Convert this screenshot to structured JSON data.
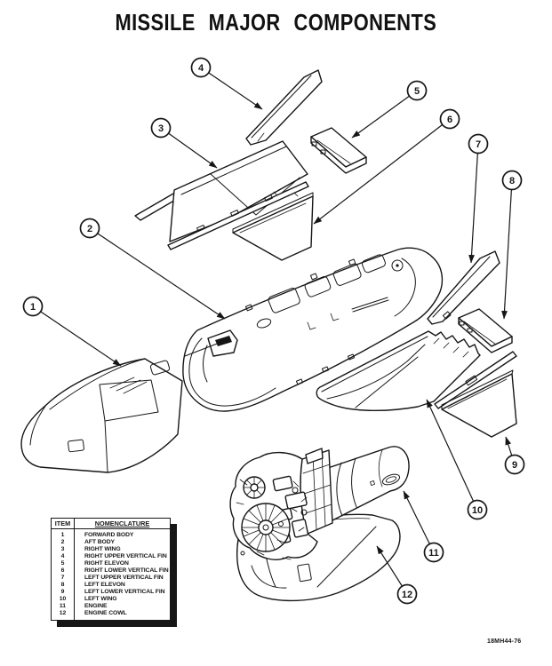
{
  "title": "MISSILE MAJOR COMPONENTS",
  "figure_code": "18MH44-76",
  "colors": {
    "ink": "#161616",
    "paper": "#ffffff"
  },
  "callouts": {
    "numbers": [
      "1",
      "2",
      "3",
      "4",
      "5",
      "6",
      "7",
      "8",
      "9",
      "10",
      "11",
      "12"
    ]
  },
  "table": {
    "headers": {
      "item": "ITEM",
      "nomenclature": "NOMENCLATURE"
    },
    "rows": [
      {
        "item": "1",
        "nomenclature": "FORWARD BODY"
      },
      {
        "item": "2",
        "nomenclature": "AFT BODY"
      },
      {
        "item": "3",
        "nomenclature": "RIGHT WING"
      },
      {
        "item": "4",
        "nomenclature": "RIGHT UPPER VERTICAL FIN"
      },
      {
        "item": "5",
        "nomenclature": "RIGHT ELEVON"
      },
      {
        "item": "6",
        "nomenclature": "RIGHT LOWER VERTICAL FIN"
      },
      {
        "item": "7",
        "nomenclature": "LEFT UPPER VERTICAL FIN"
      },
      {
        "item": "8",
        "nomenclature": "LEFT ELEVON"
      },
      {
        "item": "9",
        "nomenclature": "LEFT LOWER VERTICAL FIN"
      },
      {
        "item": "10",
        "nomenclature": "LEFT WING"
      },
      {
        "item": "11",
        "nomenclature": "ENGINE"
      },
      {
        "item": "12",
        "nomenclature": "ENGINE COWL"
      }
    ]
  }
}
